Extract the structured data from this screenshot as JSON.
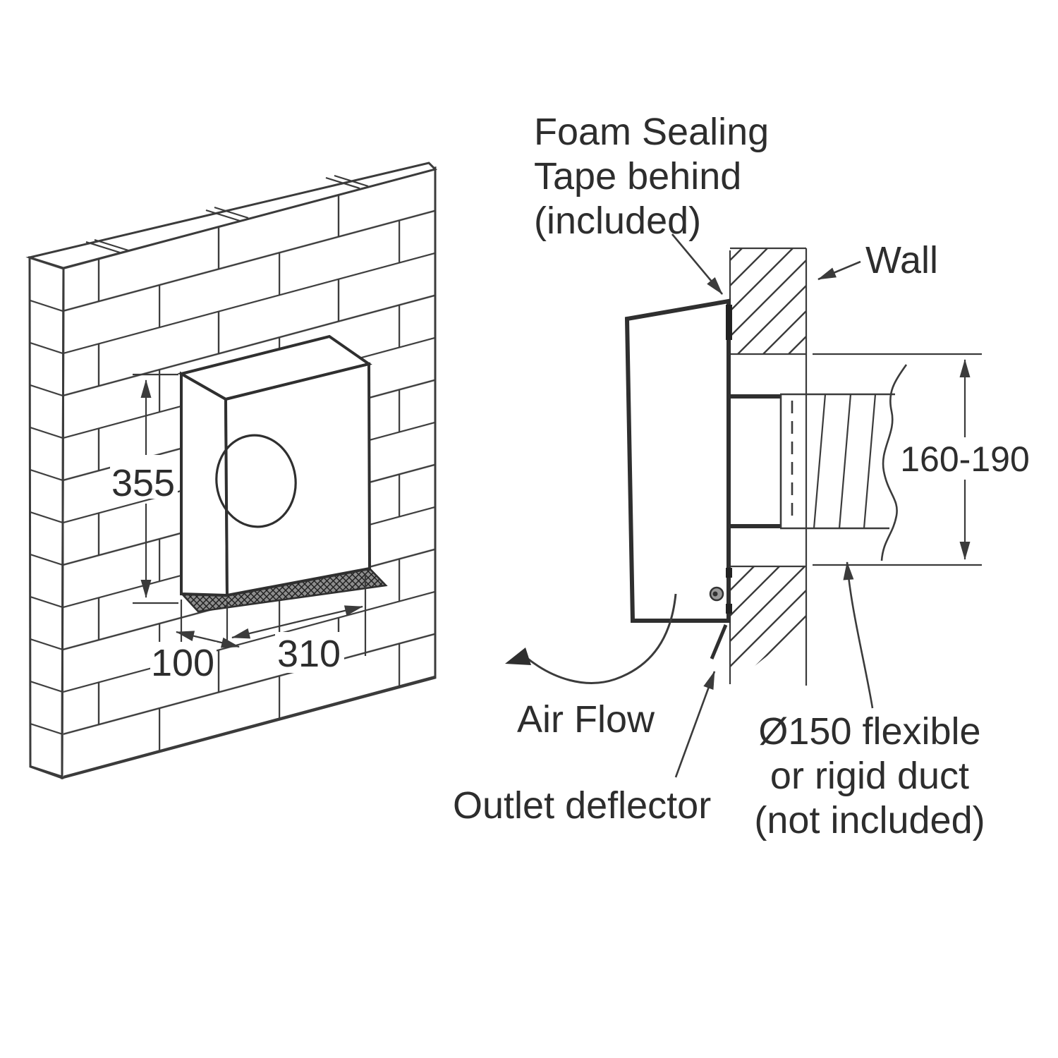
{
  "front_view": {
    "height_dim": "355",
    "depth_dim": "100",
    "width_dim": "310"
  },
  "section_view": {
    "foam_label": {
      "line1": "Foam Sealing",
      "line2": "Tape behind",
      "line3": "(included)"
    },
    "wall_label": "Wall",
    "hole_dim": "160-190",
    "airflow_label": "Air Flow",
    "deflector_label": "Outlet deflector",
    "duct_label": {
      "line1": "Ø150 flexible",
      "line2": "or rigid duct",
      "line3": "(not included)"
    }
  },
  "colors": {
    "line": "#3b3b3b",
    "text": "#2d2d2d",
    "background": "#ffffff"
  }
}
